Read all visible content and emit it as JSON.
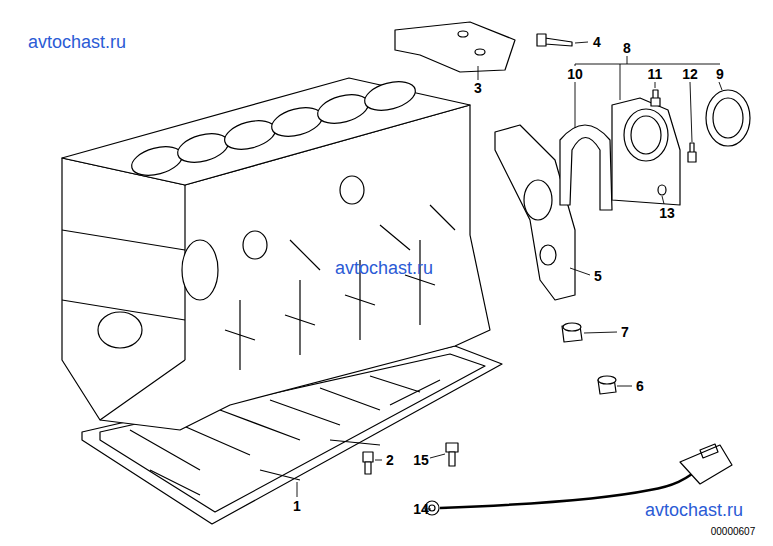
{
  "diagram": {
    "labels": [
      "avtochast.ru",
      "4",
      "8",
      "3",
      "10",
      "11",
      "12",
      "9",
      "13",
      "avtochast.ru",
      "5",
      "7",
      "6",
      "2",
      "15",
      "1",
      "14",
      "avtochast.ru",
      "00000607"
    ]
  }
}
